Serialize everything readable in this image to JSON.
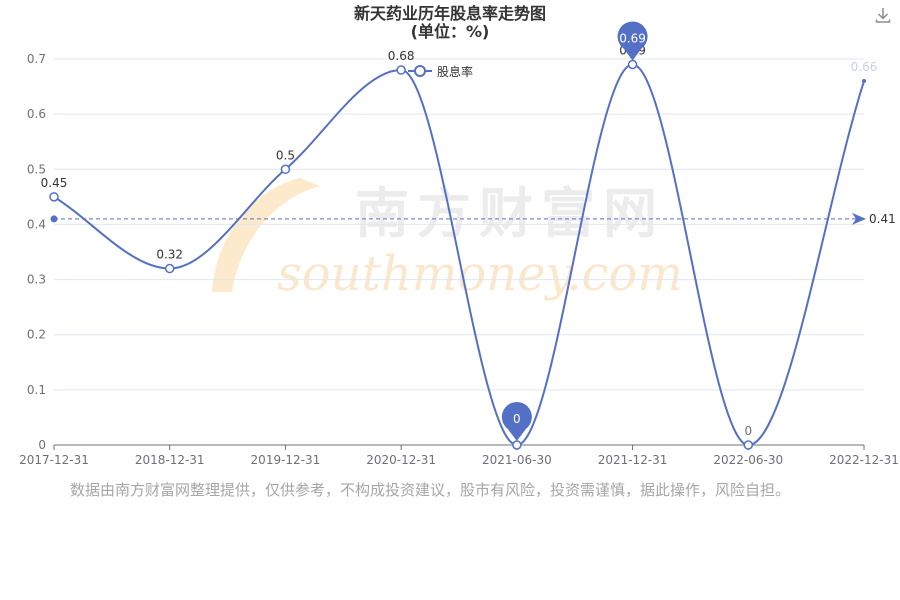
{
  "title": "新天药业历年股息率走势图",
  "subtitle": "(单位：%)",
  "disclaimer": "数据由南方财富网整理提供，仅供参考，不构成投资建议，股市有风险，投资需谨慎，据此操作，风险自担。",
  "watermark": {
    "cn": "南方财富网",
    "en": "southmoney.com"
  },
  "toolbox": {
    "icon": "download-icon"
  },
  "colors": {
    "line": "#5470c6",
    "axis": "#6e7079",
    "grid": "#e0e6f1",
    "pin": "#5470c6",
    "ghost_label": "#c8d0e8"
  },
  "chart_data": {
    "type": "line",
    "categories": [
      "2017-12-31",
      "2018-12-31",
      "2019-12-31",
      "2020-12-31",
      "2021-06-30",
      "2021-12-31",
      "2022-06-30",
      "2022-12-31"
    ],
    "series": [
      {
        "name": "股息率",
        "values": [
          0.45,
          0.32,
          0.5,
          0.68,
          0,
          0.69,
          0,
          0.66
        ]
      }
    ],
    "data_labels": [
      "0.45",
      "0.32",
      "0.5",
      "0.68",
      "0",
      "0.69",
      "0",
      "0.66"
    ],
    "y_ticks": [
      "0",
      "0.1",
      "0.2",
      "0.3",
      "0.4",
      "0.5",
      "0.6",
      "0.7"
    ],
    "ylim": [
      0,
      0.7
    ],
    "average": {
      "value": 0.41,
      "label": "0.41"
    },
    "pins": [
      {
        "category": "2021-06-30",
        "label": "0"
      },
      {
        "category": "2021-12-31",
        "label": "0.69"
      }
    ],
    "legend_position": "top-center",
    "grid": true
  }
}
